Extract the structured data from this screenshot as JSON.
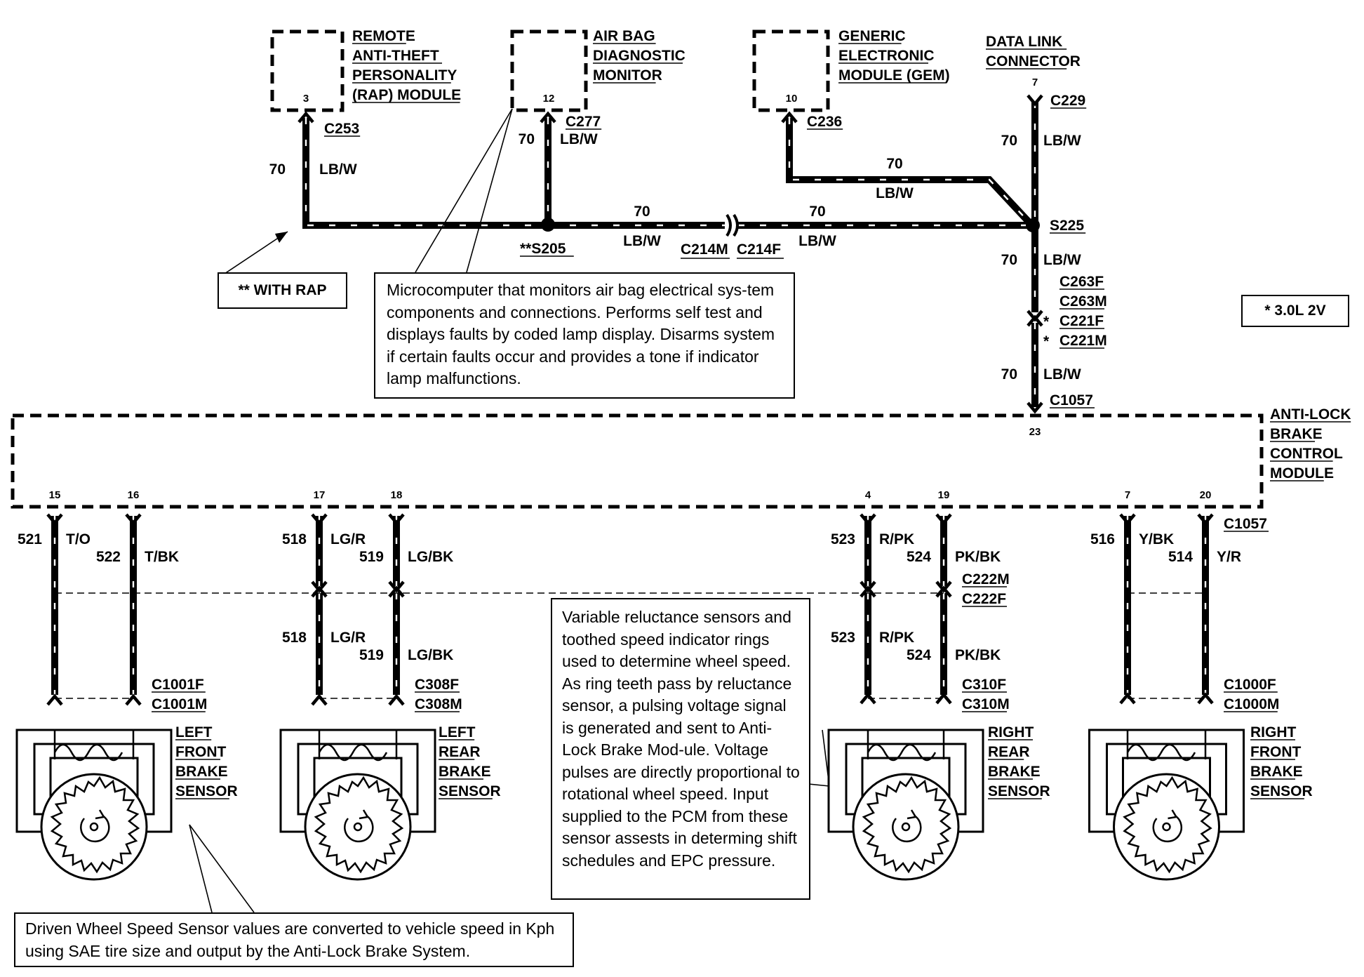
{
  "modules": [
    {
      "key": "rap",
      "lines": [
        "REMOTE",
        "ANTI-THEFT",
        "PERSONALITY",
        "(RAP) MODULE"
      ],
      "pin": "3",
      "connector": "C253"
    },
    {
      "key": "abdm",
      "lines": [
        "AIR BAG",
        "DIAGNOSTIC",
        "MONITOR"
      ],
      "pin": "12",
      "connector": "C277"
    },
    {
      "key": "gem",
      "lines": [
        "GENERIC",
        "ELECTRONIC",
        "MODULE (GEM)"
      ],
      "pin": "10",
      "connector": "C236"
    },
    {
      "key": "dlc",
      "lines": [
        "DATA LINK",
        "CONNECTOR"
      ],
      "pin": "7",
      "connector": "C229"
    }
  ],
  "circuit": {
    "number": "70",
    "color": "LB/W"
  },
  "splices": {
    "s205": "**S205",
    "s225": "S225"
  },
  "inline_connectors": {
    "c214m": "C214M",
    "c214f": "C214F",
    "c263f": "C263F",
    "c263m": "C263M",
    "c221f": "C221F",
    "c221m": "C221M",
    "c1057_top": "C1057",
    "c1057_right": "C1057"
  },
  "star": "*",
  "abs_module": {
    "lines": [
      "ANTI-LOCK",
      "BRAKE",
      "CONTROL",
      "MODULE"
    ],
    "pin_top": "23"
  },
  "sensor_groups": [
    {
      "key": "lf",
      "name": [
        "LEFT",
        "FRONT",
        "BRAKE",
        "SENSOR"
      ],
      "pins": [
        "15",
        "16"
      ],
      "circuits": [
        [
          "521",
          "T/O"
        ],
        [
          "522",
          "T/BK"
        ]
      ],
      "mid_connector": [],
      "bottom_connector": [
        "C1001F",
        "C1001M"
      ]
    },
    {
      "key": "lr",
      "name": [
        "LEFT",
        "REAR",
        "BRAKE",
        "SENSOR"
      ],
      "pins": [
        "17",
        "18"
      ],
      "circuits": [
        [
          "518",
          "LG/R"
        ],
        [
          "519",
          "LG/BK"
        ]
      ],
      "mid_connector": [],
      "bottom_connector": [
        "C308F",
        "C308M"
      ]
    },
    {
      "key": "rr",
      "name": [
        "RIGHT",
        "REAR",
        "BRAKE",
        "SENSOR"
      ],
      "pins": [
        "4",
        "19"
      ],
      "circuits": [
        [
          "523",
          "R/PK"
        ],
        [
          "524",
          "PK/BK"
        ]
      ],
      "mid_connector": [
        "C222M",
        "C222F"
      ],
      "bottom_connector": [
        "C310F",
        "C310M"
      ]
    },
    {
      "key": "rf",
      "name": [
        "RIGHT",
        "FRONT",
        "BRAKE",
        "SENSOR"
      ],
      "pins": [
        "7",
        "20"
      ],
      "circuits": [
        [
          "516",
          "Y/BK"
        ],
        [
          "514",
          "Y/R"
        ]
      ],
      "mid_connector": [],
      "bottom_connector": [
        "C1000F",
        "C1000M"
      ]
    }
  ],
  "tags": {
    "with_rap": "**  WITH RAP",
    "engine": "*  3.0L 2V"
  },
  "notes": {
    "airbag": "Microcomputer that monitors air bag electrical sys-tem components and connections. Performs self test and displays faults by coded lamp display. Disarms system if certain faults occur and provides a tone if indicator lamp malfunctions.",
    "vr": "Variable reluctance sensors and toothed speed indicator rings used to determine wheel speed.  As ring teeth pass by reluctance sensor, a pulsing voltage signal is generated and sent to Anti-Lock Brake Mod-ule.  Voltage pulses are directly proportional to rotational wheel speed.  Input supplied to the PCM from these sensor assests in determing shift schedules and EPC pressure.",
    "driven": "Driven Wheel Speed Sensor values are converted to vehicle speed in Kph using SAE tire size and output by the Anti-Lock Brake System."
  }
}
